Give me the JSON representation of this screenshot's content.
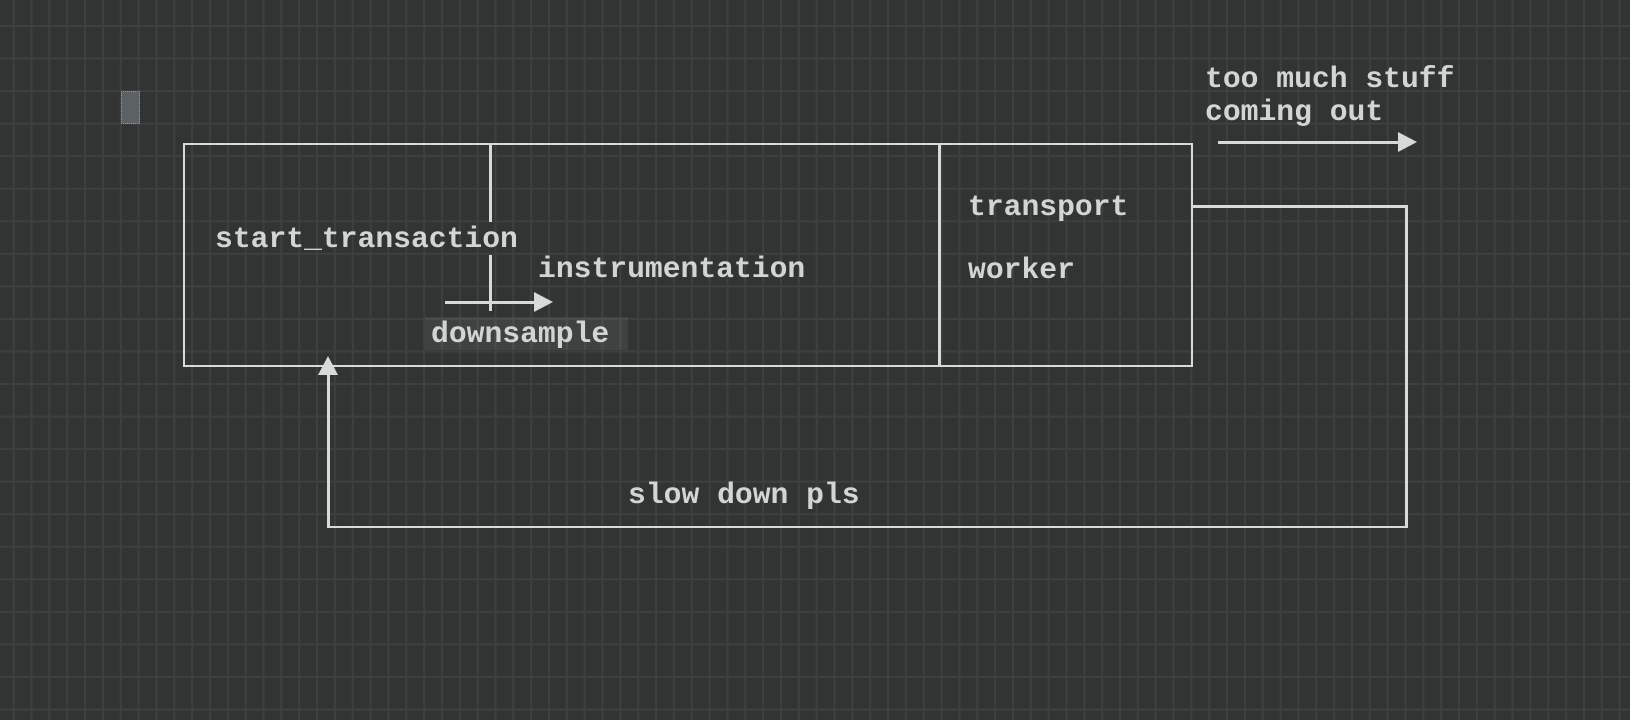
{
  "canvas": {
    "background_color": "#323333",
    "grid_line_color": "#3e4040",
    "stroke_color": "#d8dada",
    "text_color": "#d3d5d5"
  },
  "diagram": {
    "pipeline_box": {
      "stage1_label": "start_transaction",
      "stage2_label": "instrumentation",
      "compartment": {
        "line1": "transport",
        "line2": "worker"
      }
    },
    "downsample_arrow": {
      "label": "downsample"
    },
    "output_arrow": {
      "note": "too much stuff\ncoming out"
    },
    "feedback_loop": {
      "label": "slow down pls"
    }
  }
}
